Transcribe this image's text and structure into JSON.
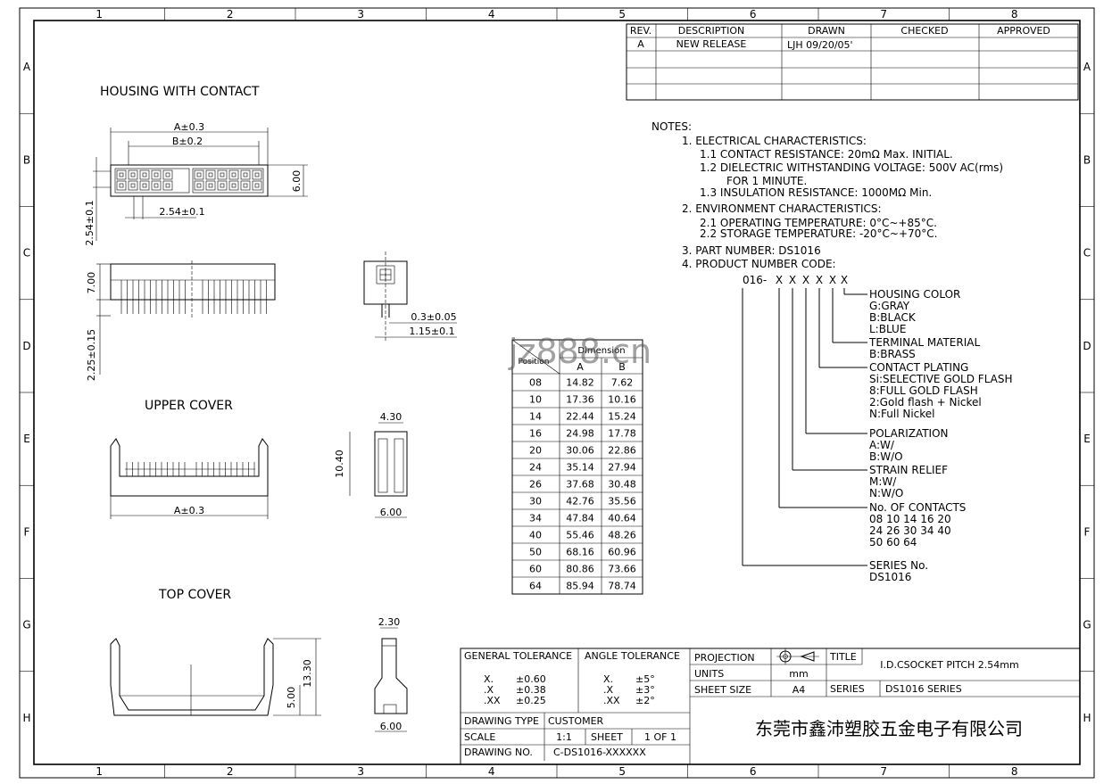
{
  "border": {
    "columns": [
      "1",
      "2",
      "3",
      "4",
      "5",
      "6",
      "7",
      "8"
    ],
    "rows": [
      "A",
      "B",
      "C",
      "D",
      "E",
      "F",
      "G",
      "H"
    ]
  },
  "revision_table": {
    "headers": [
      "REV.",
      "DESCRIPTION",
      "DRAWN",
      "CHECKED",
      "APPROVED"
    ],
    "rows": [
      [
        "A",
        "NEW RELEASE",
        "LJH 09/20/05'",
        "",
        ""
      ]
    ]
  },
  "views": {
    "housing": {
      "title": "HOUSING WITH CONTACT",
      "dim_a": "A±0.3",
      "dim_b": "B±0.2",
      "dim_pitch_x": "2.54±0.1",
      "dim_pitch_y": "2.54±0.1",
      "dim_height": "6.00",
      "dim_side_h": "7.00",
      "dim_pin": "2.25±0.15",
      "dim_end_a": "0.3±0.05",
      "dim_end_b": "1.15±0.1"
    },
    "upper_cover": {
      "title": "UPPER COVER",
      "dim_a": "A±0.3",
      "dim_w": "4.30",
      "dim_h": "10.40",
      "dim_b": "6.00"
    },
    "top_cover": {
      "title": "TOP COVER",
      "dim_w": "2.30",
      "dim_h1": "13.30",
      "dim_h2": "5.00",
      "dim_b": "6.00"
    }
  },
  "dimension_table": {
    "watermark": "jz888.cn",
    "col_position": "Position",
    "col_dimension": "Dimension",
    "col_a": "A",
    "col_b": "B",
    "rows": [
      [
        "08",
        "14.82",
        "7.62"
      ],
      [
        "10",
        "17.36",
        "10.16"
      ],
      [
        "14",
        "22.44",
        "15.24"
      ],
      [
        "16",
        "24.98",
        "17.78"
      ],
      [
        "20",
        "30.06",
        "22.86"
      ],
      [
        "24",
        "35.14",
        "27.94"
      ],
      [
        "26",
        "37.68",
        "30.48"
      ],
      [
        "30",
        "42.76",
        "35.56"
      ],
      [
        "34",
        "47.84",
        "40.64"
      ],
      [
        "40",
        "55.46",
        "48.26"
      ],
      [
        "50",
        "68.16",
        "60.96"
      ],
      [
        "60",
        "80.86",
        "73.66"
      ],
      [
        "64",
        "85.94",
        "78.74"
      ]
    ]
  },
  "notes": {
    "heading": "NOTES:",
    "lines": [
      "1. ELECTRICAL CHARACTERISTICS:",
      "1.1 CONTACT RESISTANCE: 20mΩ Max. INITIAL.",
      "1.2 DIELECTRIC WITHSTANDING VOLTAGE: 500V AC(rms)",
      "FOR 1 MINUTE.",
      "1.3 INSULATION RESISTANCE: 1000MΩ Min.",
      "2. ENVIRONMENT CHARACTERISTICS:",
      "2.1 OPERATING TEMPERATURE: 0°C~+85°C.",
      "2.2 STORAGE TEMPERATURE: -20°C~+70°C.",
      "3. PART NUMBER: DS1016",
      "4. PRODUCT NUMBER CODE:"
    ]
  },
  "product_code": {
    "prefix": "016-",
    "slots": [
      "X",
      "X",
      "X",
      "X",
      "X",
      "X"
    ],
    "groups": [
      {
        "title": "HOUSING COLOR",
        "items": [
          "G:GRAY",
          "B:BLACK",
          "L:BLUE"
        ]
      },
      {
        "title": "TERMINAL MATERIAL",
        "items": [
          "B:BRASS"
        ]
      },
      {
        "title": "CONTACT PLATING",
        "items": [
          "Si:SELECTIVE GOLD FLASH",
          "8:FULL GOLD FLASH",
          "2:Gold flash + Nickel",
          "N:Full Nickel"
        ]
      },
      {
        "title": "POLARIZATION",
        "items": [
          "A:W/",
          "B:W/O"
        ]
      },
      {
        "title": "STRAIN RELIEF",
        "items": [
          "M:W/",
          "N:W/O"
        ]
      },
      {
        "title": "No. OF CONTACTS",
        "items": [
          "08 10 14 16 20",
          "24 26 30 34 40",
          "50 60 64"
        ]
      },
      {
        "title": "SERIES No.",
        "items": [
          "DS1016"
        ]
      }
    ]
  },
  "title_block": {
    "general_tolerance": "GENERAL TOLERANCE",
    "gt_rows": [
      [
        "X.",
        "±0.60"
      ],
      [
        ".X",
        "±0.38"
      ],
      [
        ".XX",
        "±0.25"
      ]
    ],
    "angle_tolerance": "ANGLE TOLERANCE",
    "at_rows": [
      [
        "X.",
        "±5°"
      ],
      [
        ".X",
        "±3°"
      ],
      [
        ".XX",
        "±2°"
      ]
    ],
    "projection_label": "PROJECTION",
    "units_label": "UNITS",
    "units_value": "mm",
    "sheet_size_label": "SHEET SIZE",
    "sheet_size_value": "A4",
    "title_label": "TITLE",
    "title_value": "I.D.CSOCKET PITCH 2.54mm",
    "series_label": "SERIES",
    "series_value": "DS1016 SERIES",
    "drawing_type_label": "DRAWING TYPE",
    "drawing_type_value": "CUSTOMER",
    "scale_label": "SCALE",
    "scale_value": "1:1",
    "sheet_label": "SHEET",
    "sheet_value": "1 OF 1",
    "drawing_no_label": "DRAWING NO.",
    "drawing_no_value": "C-DS1016-XXXXXX",
    "company": "东莞市鑫沛塑胶五金电子有限公司"
  }
}
